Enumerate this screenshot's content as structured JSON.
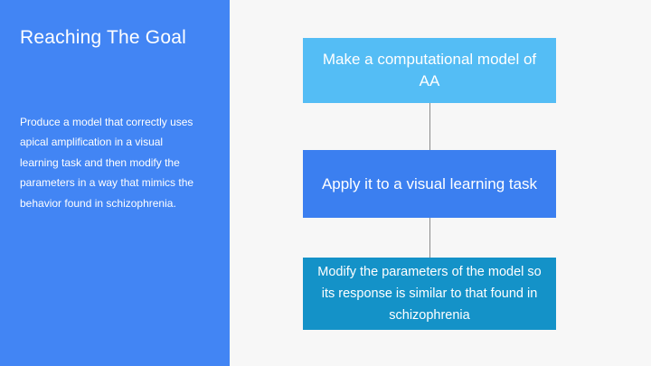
{
  "slide": {
    "title": "Reaching The Goal",
    "body": "Produce a model that correctly uses apical amplification in a visual learning task and then modify the parameters in a way that mimics the behavior found in schizophrenia.",
    "panel_color": "#4285f4",
    "background_color": "#f7f7f7"
  },
  "flow": {
    "steps": [
      {
        "label": "Make a computational model of AA",
        "color": "#54bdf5"
      },
      {
        "label": "Apply it to a visual learning task",
        "color": "#3b7ff0"
      },
      {
        "label": "Modify the parameters of the model so its response is similar to that found in schizophrenia",
        "color": "#1492c8"
      }
    ]
  }
}
